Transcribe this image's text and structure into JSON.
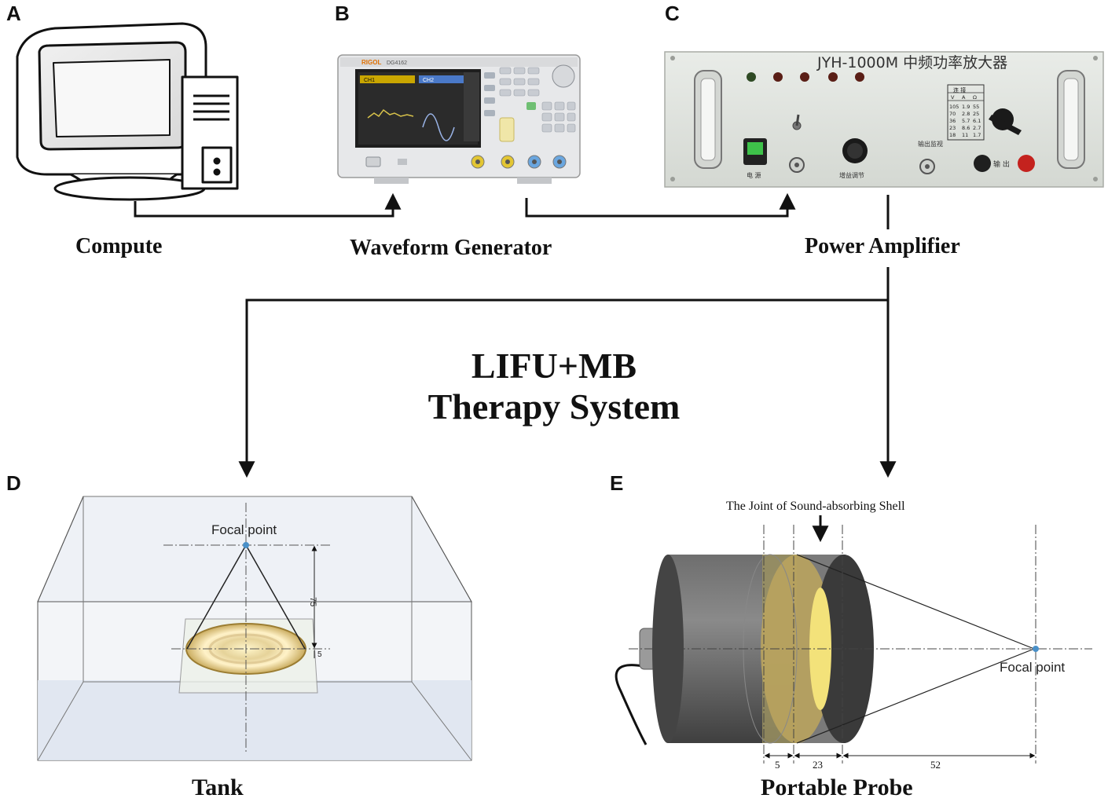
{
  "panels": {
    "a": "A",
    "b": "B",
    "c": "C",
    "d": "D",
    "e": "E"
  },
  "captions": {
    "compute": "Compute",
    "waveform": "Waveform Generator",
    "amplifier": "Power Amplifier",
    "tank": "Tank",
    "probe": "Portable Probe"
  },
  "title": {
    "line1": "LIFU+MB",
    "line2": "Therapy System"
  },
  "amplifier_device": {
    "model": "JYH-1000M 中频功率放大器",
    "table_header": "连 接",
    "table_cols": [
      "V",
      "A",
      "Ω"
    ],
    "table_rows": [
      [
        "105",
        "1.9",
        "55"
      ],
      [
        "70",
        "2.8",
        "25"
      ],
      [
        "36",
        "5.7",
        "6.1"
      ],
      [
        "23",
        "8.6",
        "2.7"
      ],
      [
        "18",
        "11",
        "1.7"
      ]
    ],
    "labels": {
      "power": "电 源",
      "output": "输 出",
      "gain": "增益调节",
      "monitor": "输出监视"
    }
  },
  "waveform_device": {
    "brand": "RIGOL",
    "model": "DG4162",
    "ch1": "CH1",
    "ch2": "CH2"
  },
  "tank": {
    "focal_label": "Focal point",
    "dim_75": "75",
    "dim_5": "5"
  },
  "probe": {
    "joint_label": "The Joint of Sound-absorbing Shell",
    "focal_label": "Focal point",
    "dim_5": "5",
    "dim_23": "23",
    "dim_52": "52"
  },
  "colors": {
    "line": "#111111",
    "accent_focal": "#4a90c8",
    "probe_body": "#5a5a5a",
    "transducer": "#e8d27a"
  }
}
